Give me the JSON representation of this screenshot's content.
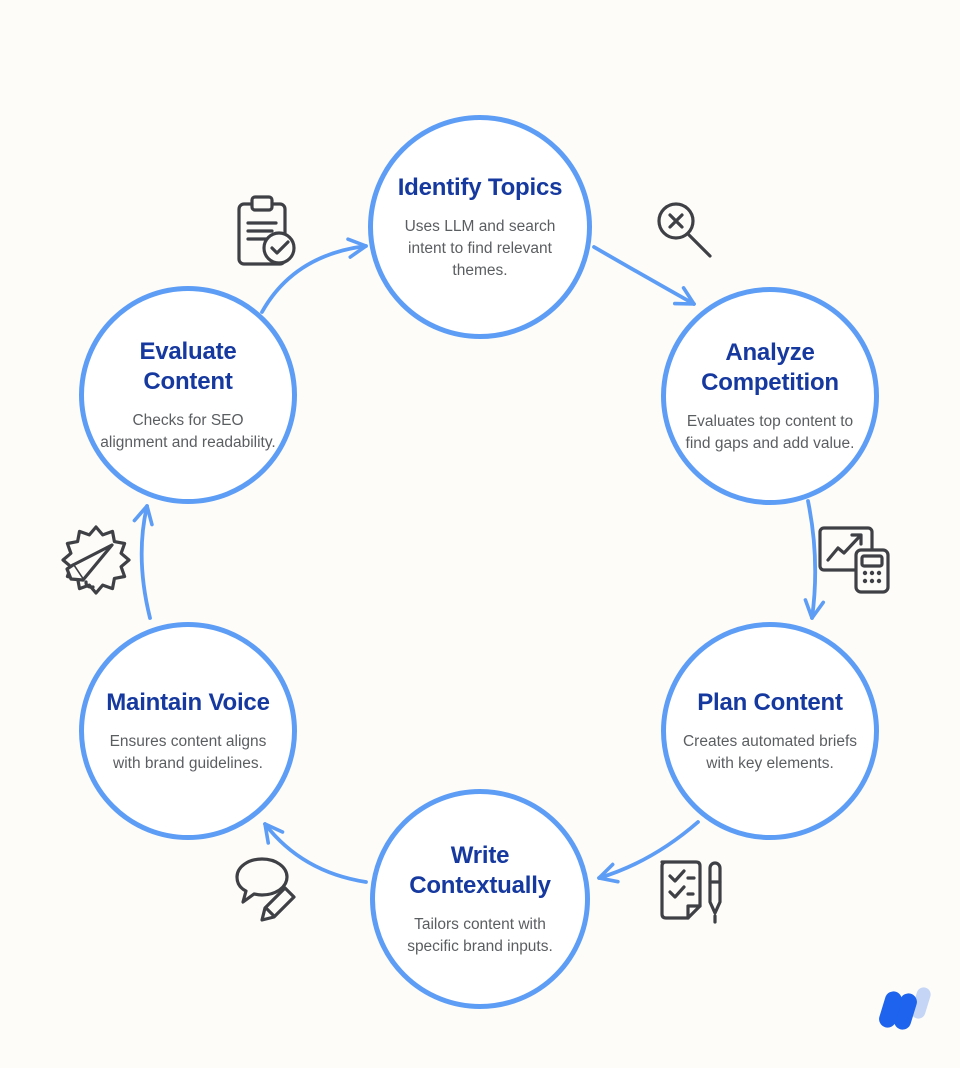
{
  "diagram": {
    "background_color": "#FDFCF8",
    "accent_color": "#5E9DF6",
    "title_color": "#16399F",
    "description_color": "#5B5E61",
    "icon_color": "#3E4045",
    "steps": [
      {
        "title": "Identify Topics",
        "description": "Uses LLM and search intent to find relevant themes."
      },
      {
        "title": "Analyze Competition",
        "description": "Evaluates top content to find gaps and add value."
      },
      {
        "title": "Plan Content",
        "description": "Creates automated briefs with key elements."
      },
      {
        "title": "Write Contextually",
        "description": "Tailors content with specific brand inputs."
      },
      {
        "title": "Maintain Voice",
        "description": "Ensures content aligns with brand guidelines."
      },
      {
        "title": "Evaluate Content",
        "description": "Checks for SEO alignment and readability."
      }
    ],
    "icons": [
      "clipboard-check-icon",
      "search-x-icon",
      "chart-calculator-icon",
      "document-pen-icon",
      "speech-pencil-icon",
      "megaphone-badge-icon"
    ],
    "logo": {
      "name": "brand-logo-w-mark",
      "primary_color": "#1D63ED",
      "light_color": "#C4D5F6"
    }
  }
}
